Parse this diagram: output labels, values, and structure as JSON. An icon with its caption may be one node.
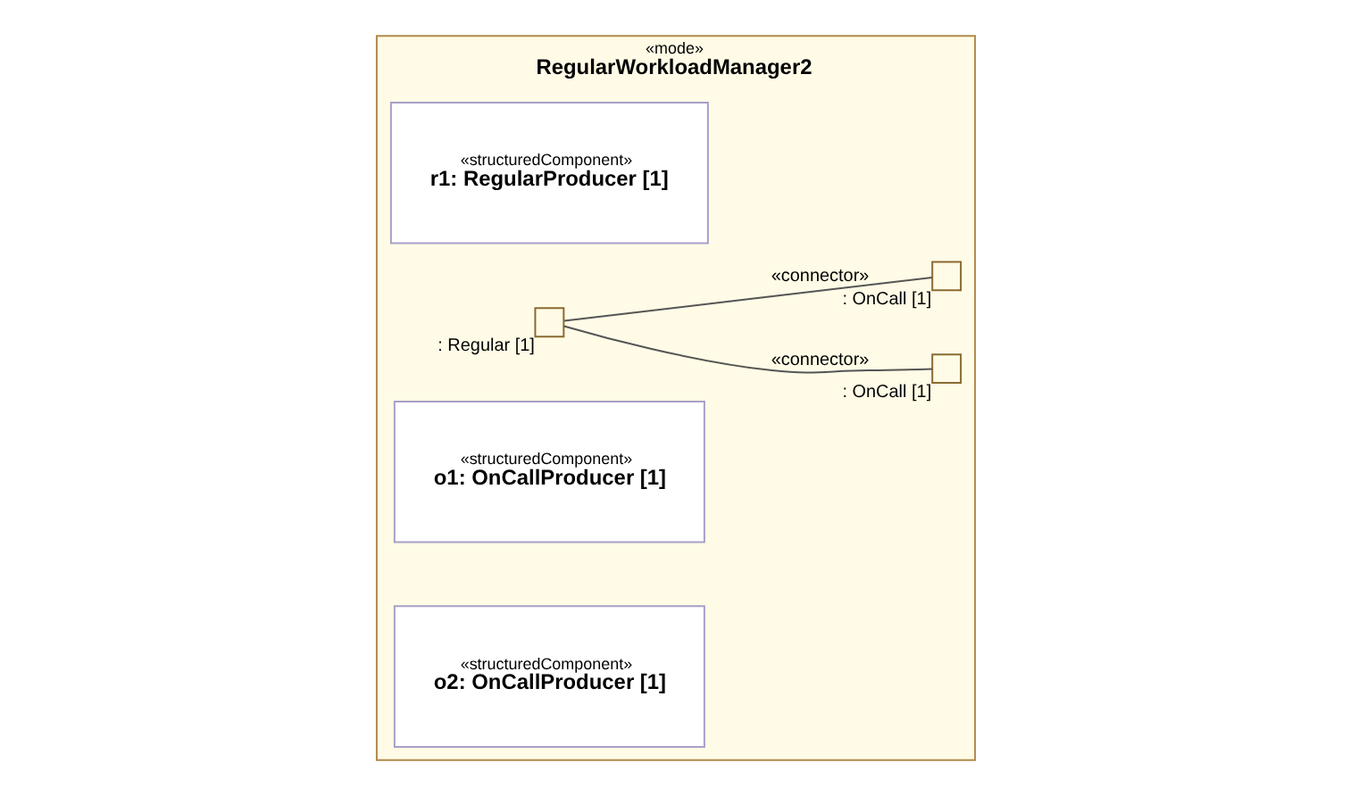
{
  "diagram": {
    "nodes": [
      {
        "text": [
          "«mode»",
          "RegularWorkloadManager2"
        ]
      },
      {
        "text": [
          "«structuredComponent»",
          "r1: RegularProducer [1]"
        ],
        "in": 0
      },
      {
        "text": [],
        "shape": "box",
        "beside": [
          ": Regular [1]"
        ],
        "in": 0
      },
      {
        "text": [
          "«structuredComponent»",
          "o1: OnCallProducer [1]"
        ],
        "in": 0
      },
      {
        "text": [],
        "shape": "box",
        "beside": [
          ": OnCall [1]"
        ],
        "in": 0
      },
      {
        "text": [
          "«structuredComponent»",
          "o2: OnCallProducer [1]"
        ],
        "in": 0
      },
      {
        "text": [],
        "shape": "box",
        "beside": [
          ": OnCall [1]"
        ],
        "in": 0
      }
    ],
    "edges": [
      {
        "from": 2,
        "to": 4,
        "arrow": "none",
        "label": "«connector»"
      },
      {
        "from": 2,
        "to": 6,
        "arrow": "none",
        "label": "«connector»"
      }
    ]
  }
}
